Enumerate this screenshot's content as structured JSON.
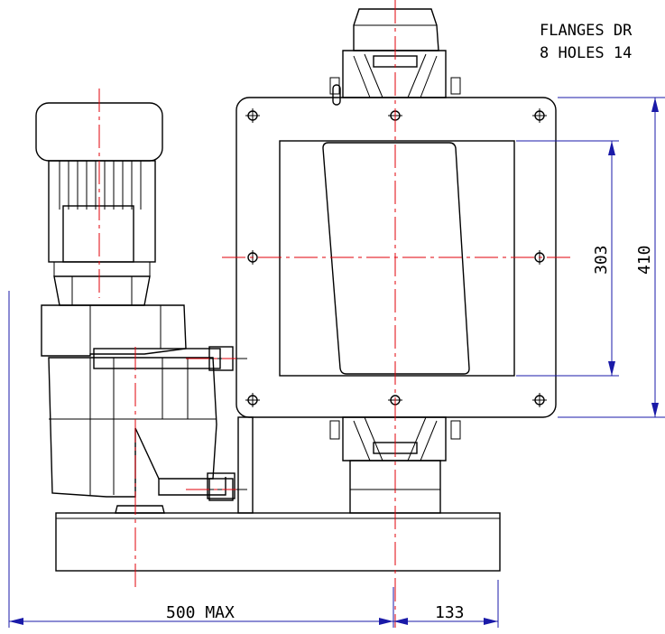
{
  "note": {
    "line1": "FLANGES DR",
    "line2": "8 HOLES 14"
  },
  "dimensions": {
    "width_total": "500 MAX",
    "offset_right": "133",
    "inner_opening": "303",
    "outer_flange": "410"
  },
  "colors": {
    "outline": "#000000",
    "centerline": "#e0000a",
    "dimension": "#1a1aa8",
    "background": "#ffffff"
  }
}
